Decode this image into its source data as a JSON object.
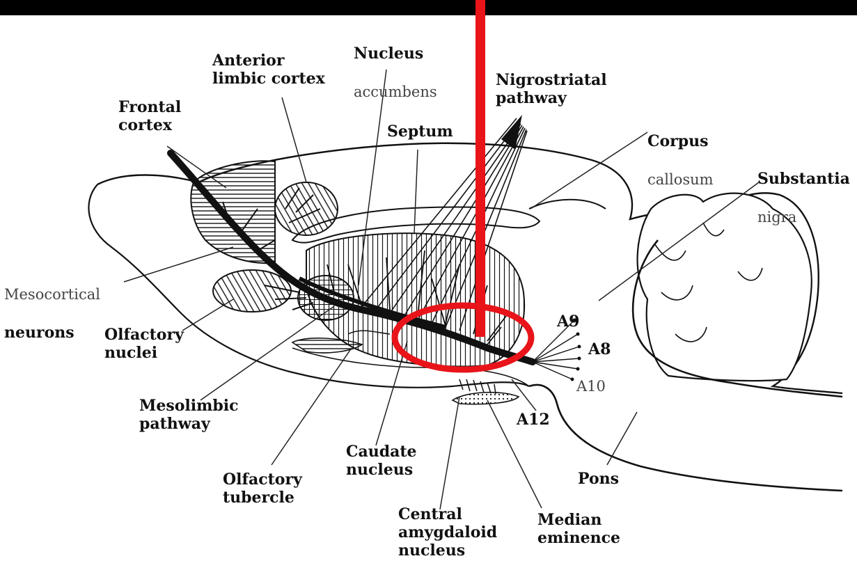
{
  "labels": {
    "nucleus_accumbens": {
      "bold": "Nucleus",
      "light": "accumbens"
    },
    "anterior_limbic_cortex": "Anterior\nlimbic cortex",
    "nigrostriatal_pathway": "Nigrostriatal\npathway",
    "frontal_cortex": "Frontal\ncortex",
    "septum": "Septum",
    "corpus_callosum": {
      "bold": "Corpus",
      "light": "callosum"
    },
    "substantia_nigra": {
      "bold": "Substantia",
      "light": "nigra"
    },
    "mesocortical_neurons": {
      "light": "Mesocortical",
      "bold": "neurons"
    },
    "olfactory_nuclei": "Olfactory\nnuclei",
    "a9": "A9",
    "a8": "A8",
    "a10": "A10",
    "mesolimbic_pathway": "Mesolimbic\npathway",
    "a12": "A12",
    "caudate_nucleus": "Caudate\nnucleus",
    "pons": "Pons",
    "olfactory_tubercle": "Olfactory\ntubercle",
    "central_amygdaloid_nucleus": "Central\namygdaloid\nnucleus",
    "median_eminence": "Median\neminence"
  },
  "colors": {
    "highlight": "#e8141a",
    "ink": "#111111",
    "background": "#ffffff",
    "top_bar": "#000000"
  }
}
